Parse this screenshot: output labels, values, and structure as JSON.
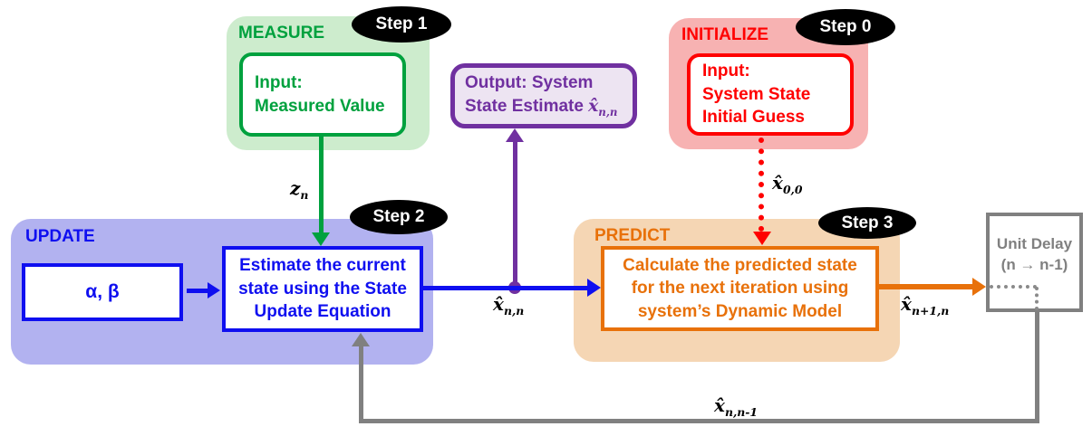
{
  "measure": {
    "title": "MEASURE",
    "step": "Step 1",
    "box_text": "Input:\nMeasured Value"
  },
  "initialize": {
    "title": "INITIALIZE",
    "step": "Step 0",
    "box_text": "Input:\nSystem State\nInitial Guess"
  },
  "update": {
    "title": "UPDATE",
    "step": "Step 2",
    "gain_box_text": "α, β",
    "main_box_text": "Estimate the current\nstate using the State\nUpdate Equation"
  },
  "predict": {
    "title": "PREDICT",
    "step": "Step 3",
    "main_box_text": "Calculate the predicted state\nfor the next iteration using\nsystem’s Dynamic Model"
  },
  "output": {
    "box_text": "Output: System\nState Estimate"
  },
  "unit_delay": {
    "box_text": "Unit Delay\n(n → n-1)"
  },
  "math": {
    "xhat": "x̂",
    "z": "z",
    "measurement_sub": "n",
    "init_sub": "0,0",
    "estimate_sub": "n,n",
    "prediction_sub": "n+1,n",
    "prev_estimate_sub": "n,n-1"
  },
  "colors": {
    "green": "#00A13E",
    "red": "#FF0000",
    "blue": "#0F0FF0",
    "purple": "#7030A0",
    "orange": "#E8710A",
    "gray": "#808080",
    "badge_bg": "#000000",
    "measure_fill": "#CDECCD",
    "initialize_fill": "#F7B2B2",
    "update_fill": "#B2B2F0",
    "predict_fill": "#F5D6B4",
    "output_fill": "#EDE4F2"
  }
}
